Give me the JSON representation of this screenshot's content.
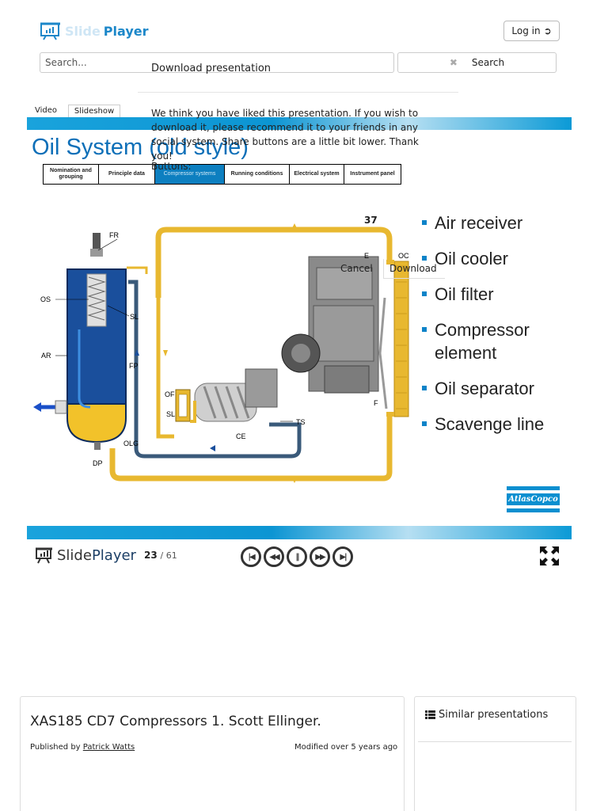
{
  "header": {
    "logo_faded": "Slide",
    "logo_text": "Player",
    "login_label": "Log in"
  },
  "search": {
    "placeholder": "Search...",
    "button_label": "Search"
  },
  "download_dialog": {
    "title": "Download presentation",
    "message": "We think you have liked this presentation. If you wish to download it, please recommend it to your friends in any social system. Share buttons are a little bit lower. Thank you!",
    "buttons_label": "Buttons:",
    "cancel_label": "Cancel",
    "download_label": "Download"
  },
  "view_tabs": {
    "video": "Video",
    "slideshow": "Slideshow"
  },
  "slide": {
    "title": "Oil System (old style)",
    "number": "37",
    "nav": [
      {
        "label": "Nomination and grouping",
        "active": false
      },
      {
        "label": "Principle data",
        "active": false
      },
      {
        "label": "Compressor systems",
        "active": true
      },
      {
        "label": "Running conditions",
        "active": false
      },
      {
        "label": "Electrical system",
        "active": false
      },
      {
        "label": "Instrument panel",
        "active": false
      }
    ],
    "bullets": [
      "Air receiver",
      "Oil cooler",
      "Oil filter",
      "Compressor element",
      "Oil separator",
      "Scavenge line"
    ],
    "diagram_labels": {
      "fr": "FR",
      "os": "OS",
      "sl1": "SL",
      "ar": "AR",
      "fp": "FP",
      "of": "OF",
      "sl2": "SL",
      "ce": "CE",
      "ts": "TS",
      "olg": "OLG",
      "dp": "DP",
      "e": "E",
      "oc": "OC",
      "f": "F"
    },
    "brand": "AtlasCopco"
  },
  "player": {
    "logo_slide": "Slide",
    "logo_player": "Player",
    "current_page": "23",
    "total_pages": "/ 61",
    "controls": [
      "first-icon",
      "prev-icon",
      "pause-icon",
      "next-icon",
      "last-icon"
    ]
  },
  "presentation": {
    "title": "XAS185 CD7 Compressors 1. Scott Ellinger.",
    "published_by_label": "Published by",
    "author": "Patrick Watts",
    "modified": "Modified over 5 years ago"
  },
  "sidebar": {
    "similar_label": "Similar presentations"
  },
  "colors": {
    "brand_blue": "#1c87c9",
    "slide_title": "#0d6fb8",
    "pipe_yellow": "#e8b830",
    "tank_blue": "#1a4f9c"
  }
}
